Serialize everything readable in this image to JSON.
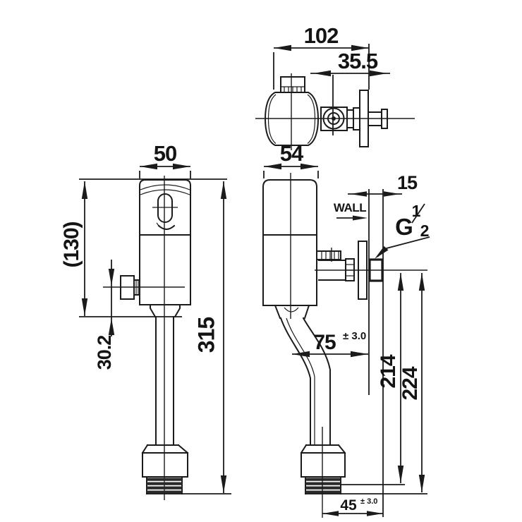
{
  "drawing": {
    "kind": "flush-valve-dimensional-drawing",
    "colors": {
      "line": "#1b1b1b",
      "background": "#ffffff"
    },
    "labels": {
      "overall_depth": "102",
      "inlet_center_depth": "35.5",
      "body_width_side": "54",
      "body_width_front": "50",
      "body_height_ref": "(130)",
      "stop_valve_drop": "30.2",
      "overall_height": "315",
      "wall_inset": "15",
      "wall": "WALL",
      "thread_G": "G",
      "thread_numerator": "1",
      "thread_denominator": "2",
      "pipe_to_wall": "75",
      "pipe_to_wall_tol": "± 3.0",
      "axis_to_spud_shoulder": "214",
      "axis_to_spud_end": "224",
      "spud_center_to_wall": "45",
      "spud_center_to_wall_tol": "± 3.0"
    }
  }
}
